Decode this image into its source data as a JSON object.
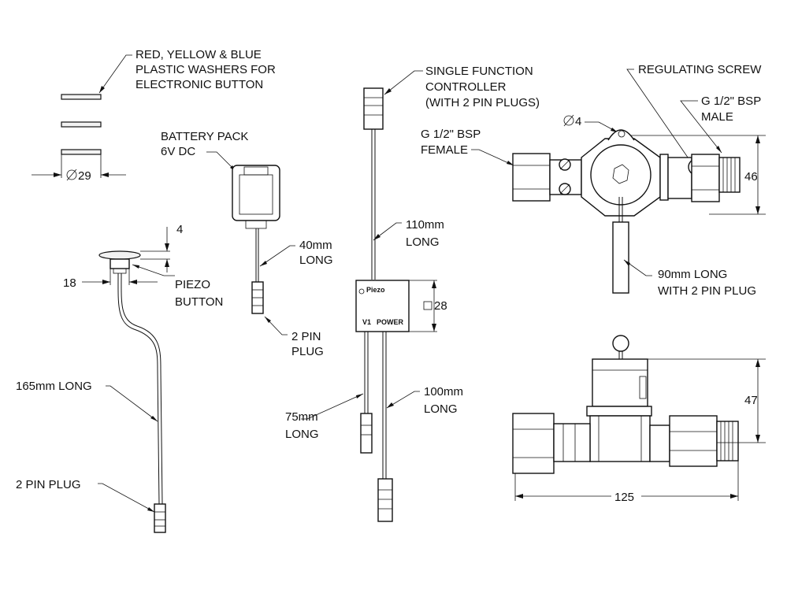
{
  "labels": {
    "washers_line1": "RED, YELLOW & BLUE",
    "washers_line2": "PLASTIC WASHERS FOR",
    "washers_line3": "ELECTRONIC BUTTON",
    "washer_dia": "29",
    "battery_line1": "BATTERY PACK",
    "battery_line2": "6V DC",
    "battery_cable_line1": "40mm",
    "battery_cable_line2": "LONG",
    "battery_plug_line1": "2 PIN",
    "battery_plug_line2": "PLUG",
    "button_thickness": "4",
    "button_width": "18",
    "piezo_line1": "PIEZO",
    "piezo_line2": "BUTTON",
    "button_cable": "165mm LONG",
    "button_plug": "2 PIN PLUG",
    "controller_line1": "SINGLE FUNCTION",
    "controller_line2": "CONTROLLER",
    "controller_line3": "(WITH 2 PIN PLUGS)",
    "controller_cable_line1": "110mm",
    "controller_cable_line2": "LONG",
    "controller_box_label": "Piezo",
    "controller_v1_label": "V1",
    "controller_power_label": "POWER",
    "controller_size": "28",
    "v1_cable_line1": "75mm",
    "v1_cable_line2": "LONG",
    "power_cable_line1": "100mm",
    "power_cable_line2": "LONG",
    "female_line1": "G 1/2\" BSP",
    "female_line2": "FEMALE",
    "hole_dia": "4",
    "regulating_screw": "REGULATING SCREW",
    "male_line1": "G 1/2\" BSP",
    "male_line2": "MALE",
    "valve_height_top": "46",
    "valve_lead_line1": "90mm LONG",
    "valve_lead_line2": "WITH 2 PIN PLUG",
    "valve_height_side": "47",
    "valve_length": "125"
  }
}
